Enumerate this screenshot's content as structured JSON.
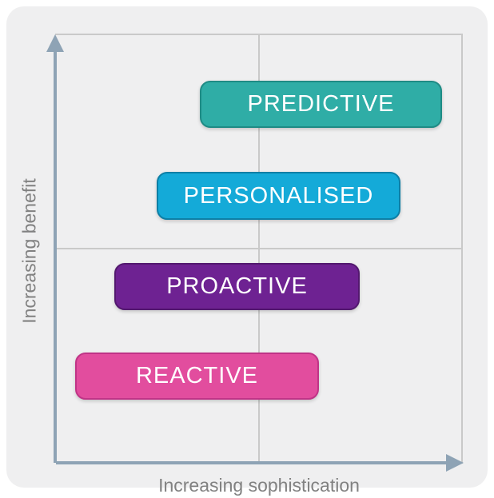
{
  "diagram": {
    "card_bg": "#efeff0",
    "axis_color": "#8ea3b5",
    "grid_color": "#c9c9c9",
    "axis_label_color": "#818181",
    "x_axis_label": "Increasing sophistication",
    "y_axis_label": "Increasing benefit",
    "stages": [
      {
        "label": "PREDICTIVE",
        "fill": "#2fada6",
        "border": "#1f8b85",
        "text_color": "#ffffff"
      },
      {
        "label": "PERSONALISED",
        "fill": "#14aad8",
        "border": "#0d7fa6",
        "text_color": "#ffffff"
      },
      {
        "label": "PROACTIVE",
        "fill": "#6e2292",
        "border": "#53186f",
        "text_color": "#ffffff"
      },
      {
        "label": "REACTIVE",
        "fill": "#e24d9e",
        "border": "#c03487",
        "text_color": "#ffffff"
      }
    ]
  }
}
